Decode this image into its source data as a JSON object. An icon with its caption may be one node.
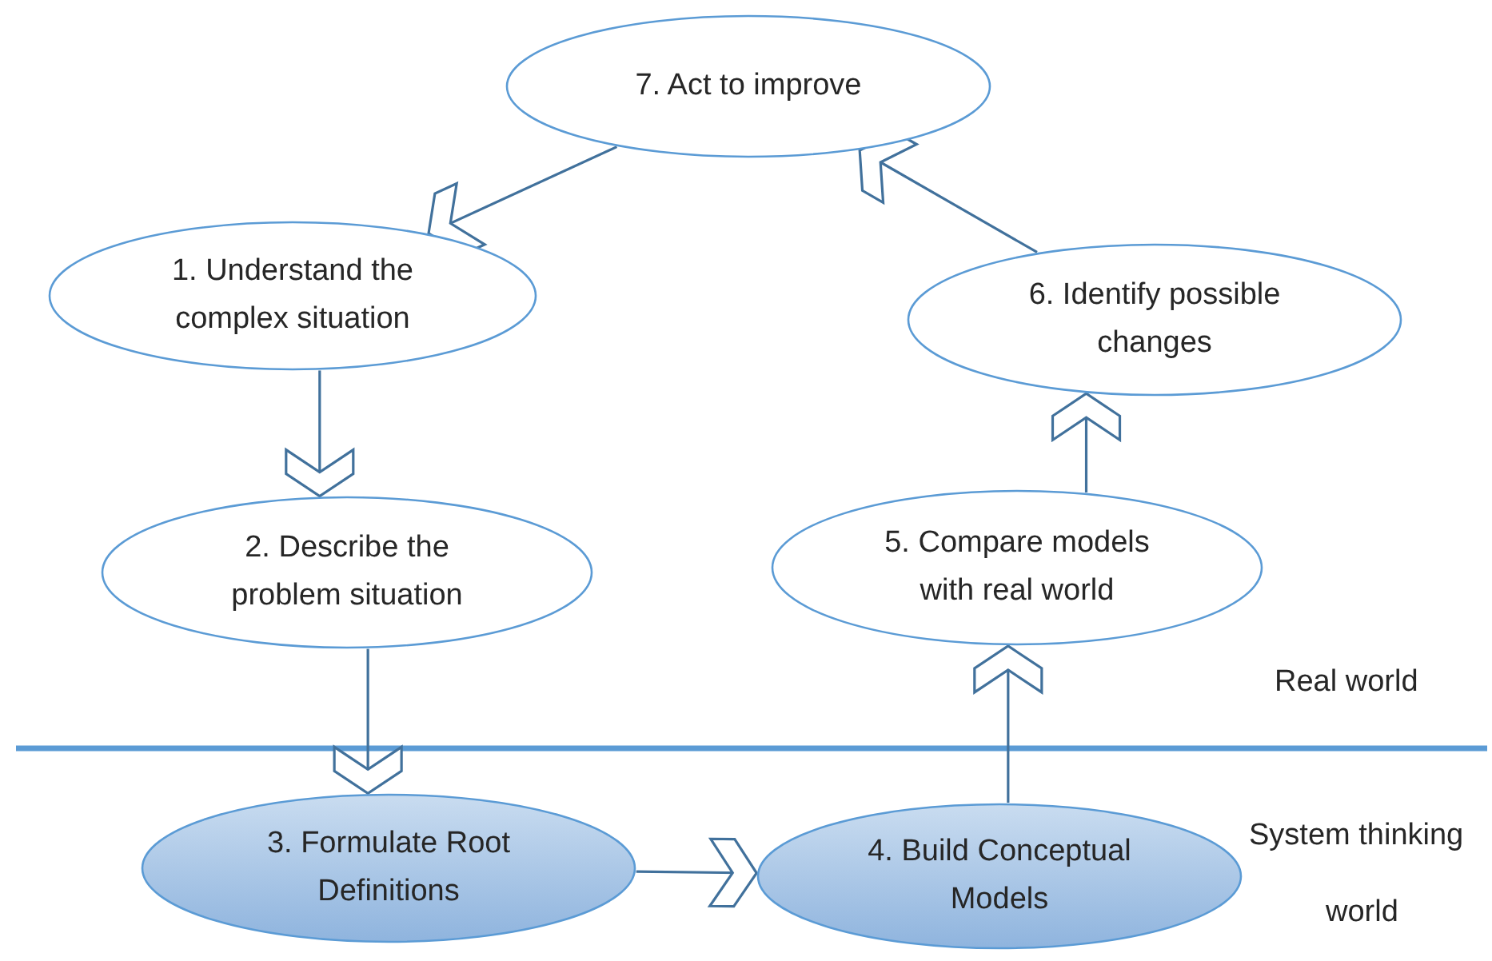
{
  "diagram": {
    "nodes": [
      {
        "text": [
          "7. Act to improve"
        ]
      },
      {
        "text": [
          "1. Understand the complex situation"
        ]
      },
      {
        "text": [
          "2. Describe the problem situation"
        ]
      },
      {
        "text": [
          "3. Formulate Root Definitions"
        ]
      },
      {
        "text": [
          "4. Build Conceptual Models"
        ]
      },
      {
        "text": [
          "5. Compare models with real world"
        ]
      },
      {
        "text": [
          "6. Identify possible changes"
        ]
      }
    ],
    "edges": [
      {
        "from": 0,
        "to": 1,
        "arrow": "to"
      },
      {
        "from": 1,
        "to": 2,
        "arrow": "to"
      },
      {
        "from": 2,
        "to": 3,
        "arrow": "to"
      },
      {
        "from": 3,
        "to": 4,
        "arrow": "to"
      },
      {
        "from": 4,
        "to": 5,
        "arrow": "to"
      },
      {
        "from": 5,
        "to": 6,
        "arrow": "to"
      },
      {
        "from": 6,
        "to": 0,
        "arrow": "to"
      }
    ],
    "labels": [
      "Real world",
      "System thinking",
      "world"
    ]
  }
}
